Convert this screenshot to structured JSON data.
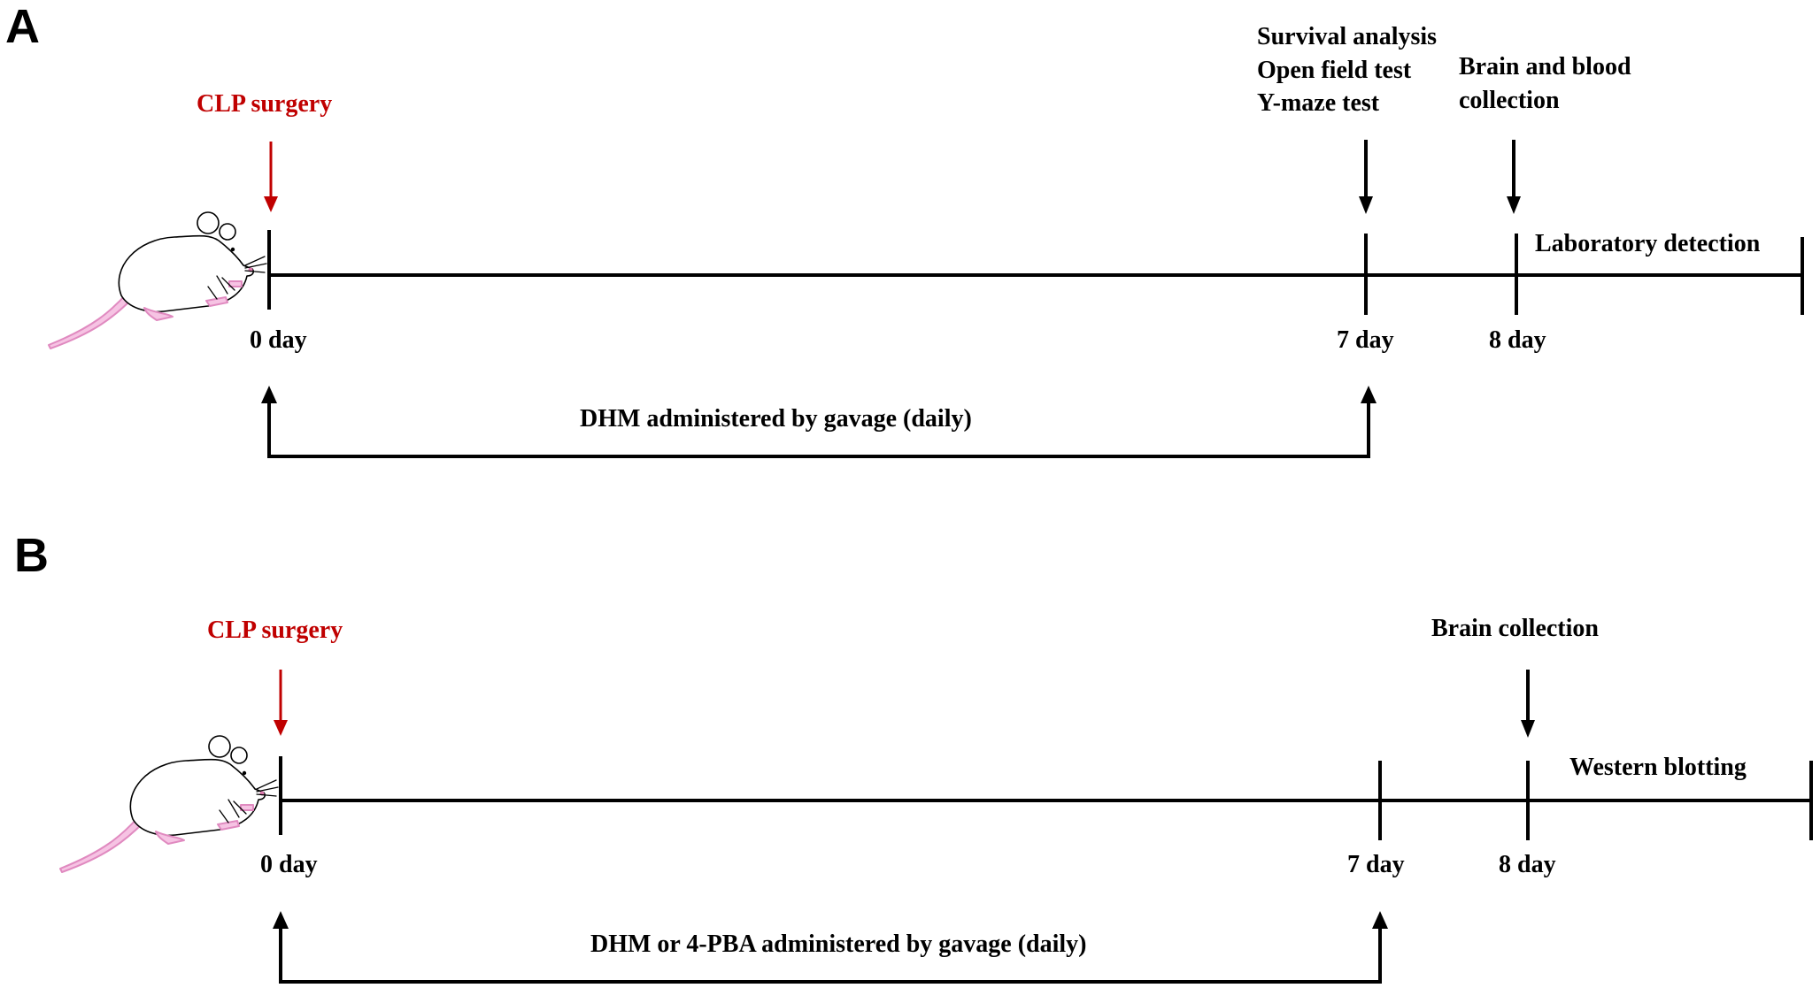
{
  "panels": [
    {
      "label": "A",
      "red_event": "CLP surgery",
      "events_7": [
        "Survival analysis",
        "Open field test",
        "Y-maze  test"
      ],
      "events_8": [
        "Brain and blood",
        "collection"
      ],
      "post_label": "Laboratory  detection",
      "day_labels": [
        "0 day",
        "7 day",
        "8 day"
      ],
      "treatment": "DHM  administered  by  gavage  (daily)"
    },
    {
      "label": "B",
      "red_event": "CLP surgery",
      "events_8": [
        "Brain collection"
      ],
      "post_label": "Western  blotting",
      "day_labels": [
        "0 day",
        "7 day",
        "8 day"
      ],
      "treatment": "DHM  or  4-PBA  administered  by  gavage  (daily)"
    }
  ],
  "colors": {
    "highlight": "#c00000",
    "line": "#000000",
    "mouse_pink": "#f6c3e3"
  },
  "icons": [
    "mouse-icon"
  ]
}
